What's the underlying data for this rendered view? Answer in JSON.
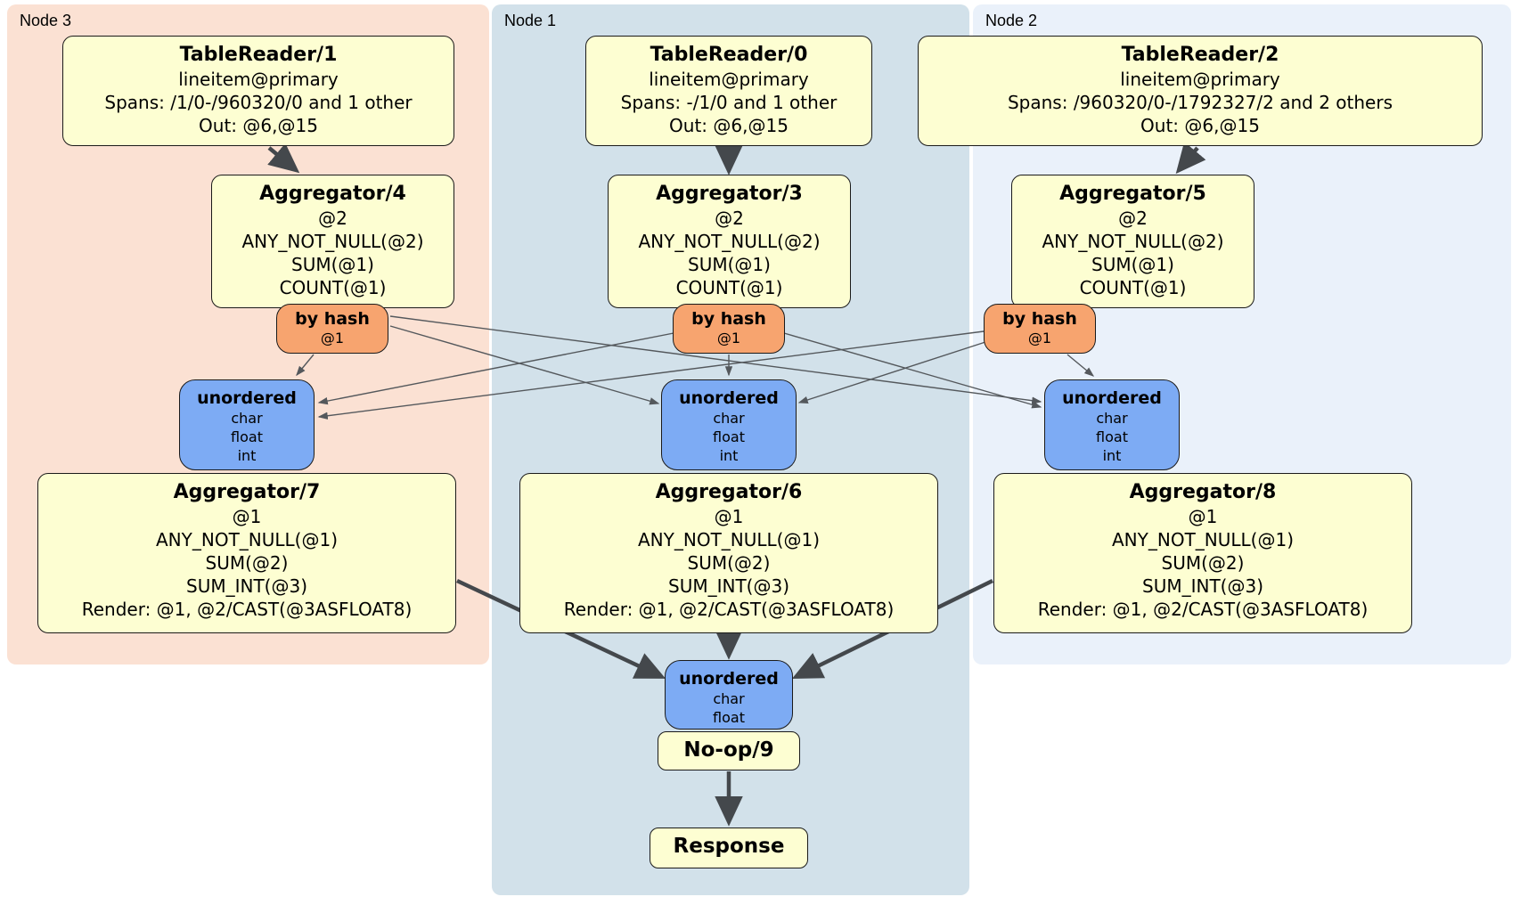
{
  "regions": {
    "node3": {
      "label": "Node 3"
    },
    "node1": {
      "label": "Node 1"
    },
    "node2": {
      "label": "Node 2"
    }
  },
  "processors": {
    "tr1": {
      "title": "TableReader/1",
      "lines": [
        "lineitem@primary",
        "Spans: /1/0-/960320/0 and 1 other",
        "Out: @6,@15"
      ]
    },
    "tr0": {
      "title": "TableReader/0",
      "lines": [
        "lineitem@primary",
        "Spans: -/1/0 and 1 other",
        "Out: @6,@15"
      ]
    },
    "tr2": {
      "title": "TableReader/2",
      "lines": [
        "lineitem@primary",
        "Spans: /960320/0-/1792327/2 and 2 others",
        "Out: @6,@15"
      ]
    },
    "agg4": {
      "title": "Aggregator/4",
      "lines": [
        "@2",
        "ANY_NOT_NULL(@2)",
        "SUM(@1)",
        "COUNT(@1)"
      ]
    },
    "agg3": {
      "title": "Aggregator/3",
      "lines": [
        "@2",
        "ANY_NOT_NULL(@2)",
        "SUM(@1)",
        "COUNT(@1)"
      ]
    },
    "agg5": {
      "title": "Aggregator/5",
      "lines": [
        "@2",
        "ANY_NOT_NULL(@2)",
        "SUM(@1)",
        "COUNT(@1)"
      ]
    },
    "agg7": {
      "title": "Aggregator/7",
      "lines": [
        "@1",
        "ANY_NOT_NULL(@1)",
        "SUM(@2)",
        "SUM_INT(@3)",
        "Render: @1, @2/CAST(@3ASFLOAT8)"
      ]
    },
    "agg6": {
      "title": "Aggregator/6",
      "lines": [
        "@1",
        "ANY_NOT_NULL(@1)",
        "SUM(@2)",
        "SUM_INT(@3)",
        "Render: @1, @2/CAST(@3ASFLOAT8)"
      ]
    },
    "agg8": {
      "title": "Aggregator/8",
      "lines": [
        "@1",
        "ANY_NOT_NULL(@1)",
        "SUM(@2)",
        "SUM_INT(@3)",
        "Render: @1, @2/CAST(@3ASFLOAT8)"
      ]
    },
    "noop": {
      "title": "No-op/9"
    },
    "response": {
      "title": "Response"
    }
  },
  "routers": {
    "bh4": {
      "title": "by hash",
      "detail": "@1"
    },
    "bh3": {
      "title": "by hash",
      "detail": "@1"
    },
    "bh5": {
      "title": "by hash",
      "detail": "@1"
    }
  },
  "streams": {
    "un7": {
      "title": "unordered",
      "types": [
        "char",
        "float",
        "int"
      ]
    },
    "un6": {
      "title": "unordered",
      "types": [
        "char",
        "float",
        "int"
      ]
    },
    "un8": {
      "title": "unordered",
      "types": [
        "char",
        "float",
        "int"
      ]
    },
    "un9": {
      "title": "unordered",
      "types": [
        "char",
        "float"
      ]
    }
  },
  "colors": {
    "node3_bg": "#fbe1d3",
    "node1_bg": "#d2e1ea",
    "node2_bg": "#eaf1fa",
    "processor_bg": "#fdfed2",
    "router_bg": "#f7a46f",
    "stream_bg": "#7dabf4",
    "edge": "#44484c"
  }
}
